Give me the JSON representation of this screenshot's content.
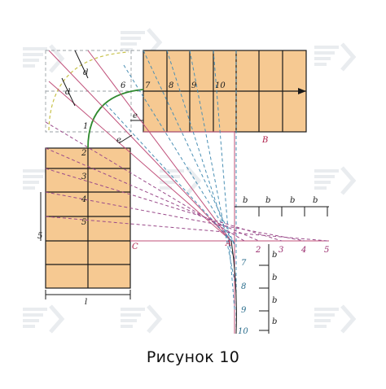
{
  "caption": "Рисунок 10",
  "colors": {
    "tread_fill": "#f6c992",
    "outline": "#1a1a1a",
    "pink_line": "#c0507a",
    "blue_dashed": "#4a8fb4",
    "purple_dashed": "#9a4a8a",
    "green_arc": "#2f8a2f",
    "yellow_arc": "#c8c24a",
    "watermark": "#d8dde3"
  },
  "labels": {
    "point_A": "A",
    "point_B": "B",
    "point_C": "C",
    "width_l": "l",
    "d_top": "d",
    "d_left": "d",
    "e_right": "e",
    "e_left": "e",
    "b_segment": "b"
  },
  "upper_steps": [
    "7",
    "8",
    "9",
    "10"
  ],
  "upper_left_steps": [
    "6"
  ],
  "winder_steps": [
    "1"
  ],
  "lower_steps": [
    "2",
    "3",
    "4",
    "5"
  ],
  "left_edge_mark": "5",
  "horizontal_scale": [
    "2",
    "3",
    "4",
    "5"
  ],
  "vertical_scale": [
    "7",
    "8",
    "9",
    "10"
  ],
  "watermark_icon": "stair-logo-icon"
}
